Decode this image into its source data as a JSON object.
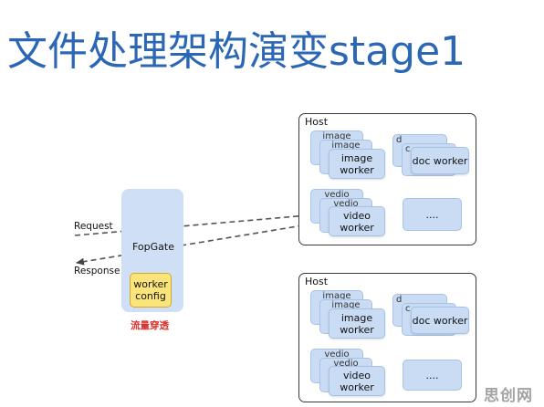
{
  "title": "文件处理架构演变stage1",
  "request_label": "Request",
  "response_label": "Response",
  "fopgate_label": "FopGate",
  "worker_config_label": "worker\nconfig",
  "passthrough_label": "流量穿透",
  "watermark": "思创网",
  "hosts": [
    {
      "label": "Host",
      "image_worker_label": "image\nworker",
      "image_ghost_1": "image",
      "image_ghost_2": "image",
      "doc_worker_label": "doc worker",
      "doc_ghost_1": "d",
      "doc_ghost_2": "c",
      "video_worker_label": "video\nworker",
      "video_ghost_1": "vedio",
      "video_ghost_2": "vedio",
      "more_label": "...."
    },
    {
      "label": "Host",
      "image_worker_label": "image\nworker",
      "image_ghost_1": "image",
      "image_ghost_2": "image",
      "doc_worker_label": "doc worker",
      "doc_ghost_1": "d",
      "doc_ghost_2": "c",
      "video_worker_label": "video\nworker",
      "video_ghost_1": "vedio",
      "video_ghost_2": "vedio",
      "more_label": "...."
    }
  ],
  "colors": {
    "title": "#2c67b5",
    "worker_card": "#c9dcf4",
    "worker_config": "#fbe57a",
    "passthrough": "#d8312c"
  }
}
